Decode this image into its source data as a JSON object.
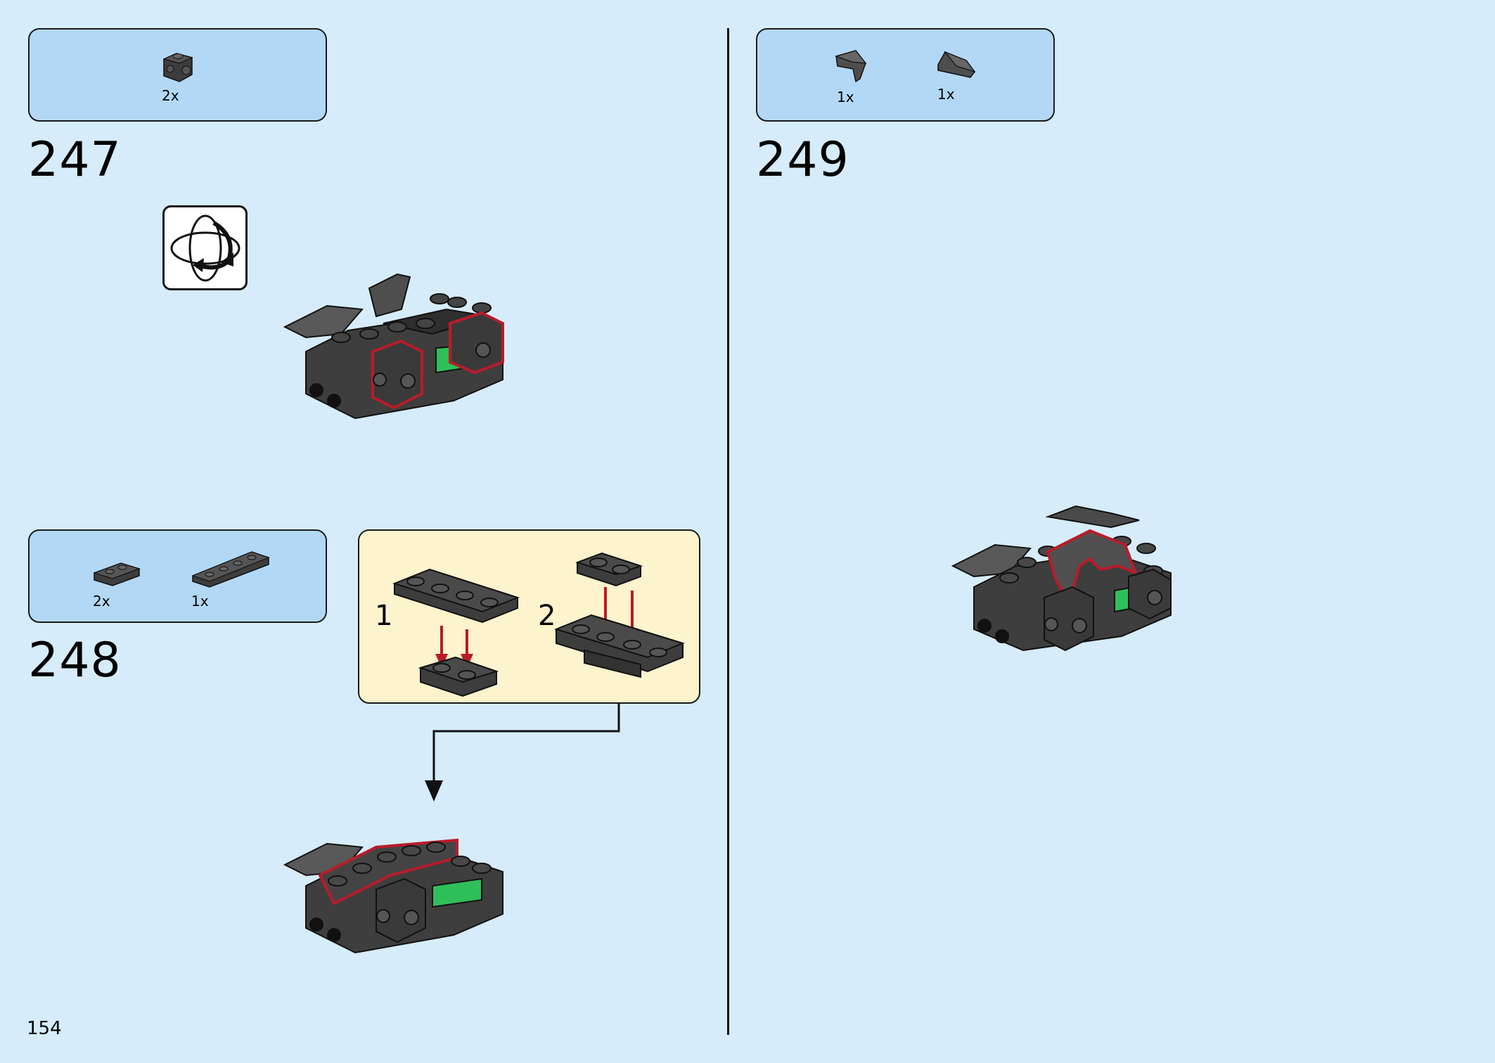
{
  "page_number": "154",
  "steps": [
    {
      "number": "247",
      "parts": [
        {
          "qty": "2x",
          "icon": "brick-1x1-studs-side-icon"
        }
      ],
      "rotate_icon": "rotate-model-icon"
    },
    {
      "number": "248",
      "parts": [
        {
          "qty": "2x",
          "icon": "plate-1x2-icon"
        },
        {
          "qty": "1x",
          "icon": "plate-1x4-icon"
        }
      ],
      "sub_assembly": {
        "steps": [
          {
            "label": "1"
          },
          {
            "label": "2"
          }
        ]
      }
    },
    {
      "number": "249",
      "parts": [
        {
          "qty": "1x",
          "icon": "curved-wedge-left-icon"
        },
        {
          "qty": "1x",
          "icon": "curved-wedge-right-icon"
        }
      ]
    }
  ],
  "colors": {
    "background": "#d6ecfa",
    "parts_box": "#b3d8f5",
    "sub_box": "#fdf3cd",
    "highlight": "#b81c2a",
    "brick": "#4a4a4a",
    "accent_green": "#2fbf5a"
  }
}
